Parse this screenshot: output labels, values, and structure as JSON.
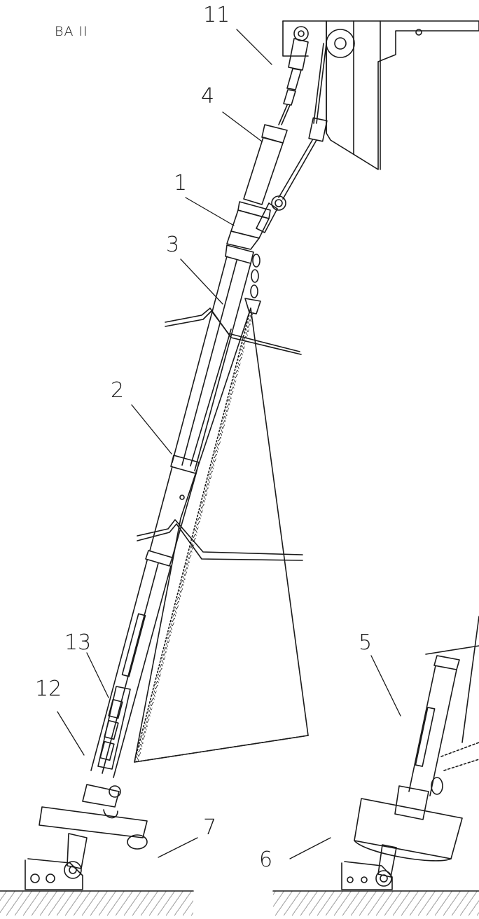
{
  "header": {
    "label": "BA II"
  },
  "callouts": [
    {
      "id": "11",
      "text": "11"
    },
    {
      "id": "4",
      "text": "4"
    },
    {
      "id": "1",
      "text": "1"
    },
    {
      "id": "3",
      "text": "3"
    },
    {
      "id": "2",
      "text": "2"
    },
    {
      "id": "13",
      "text": "13"
    },
    {
      "id": "12",
      "text": "12"
    },
    {
      "id": "7",
      "text": "7"
    },
    {
      "id": "5",
      "text": "5"
    },
    {
      "id": "6",
      "text": "6"
    }
  ],
  "colors": {
    "line": "#1a1a1a",
    "background": "#ffffff"
  }
}
